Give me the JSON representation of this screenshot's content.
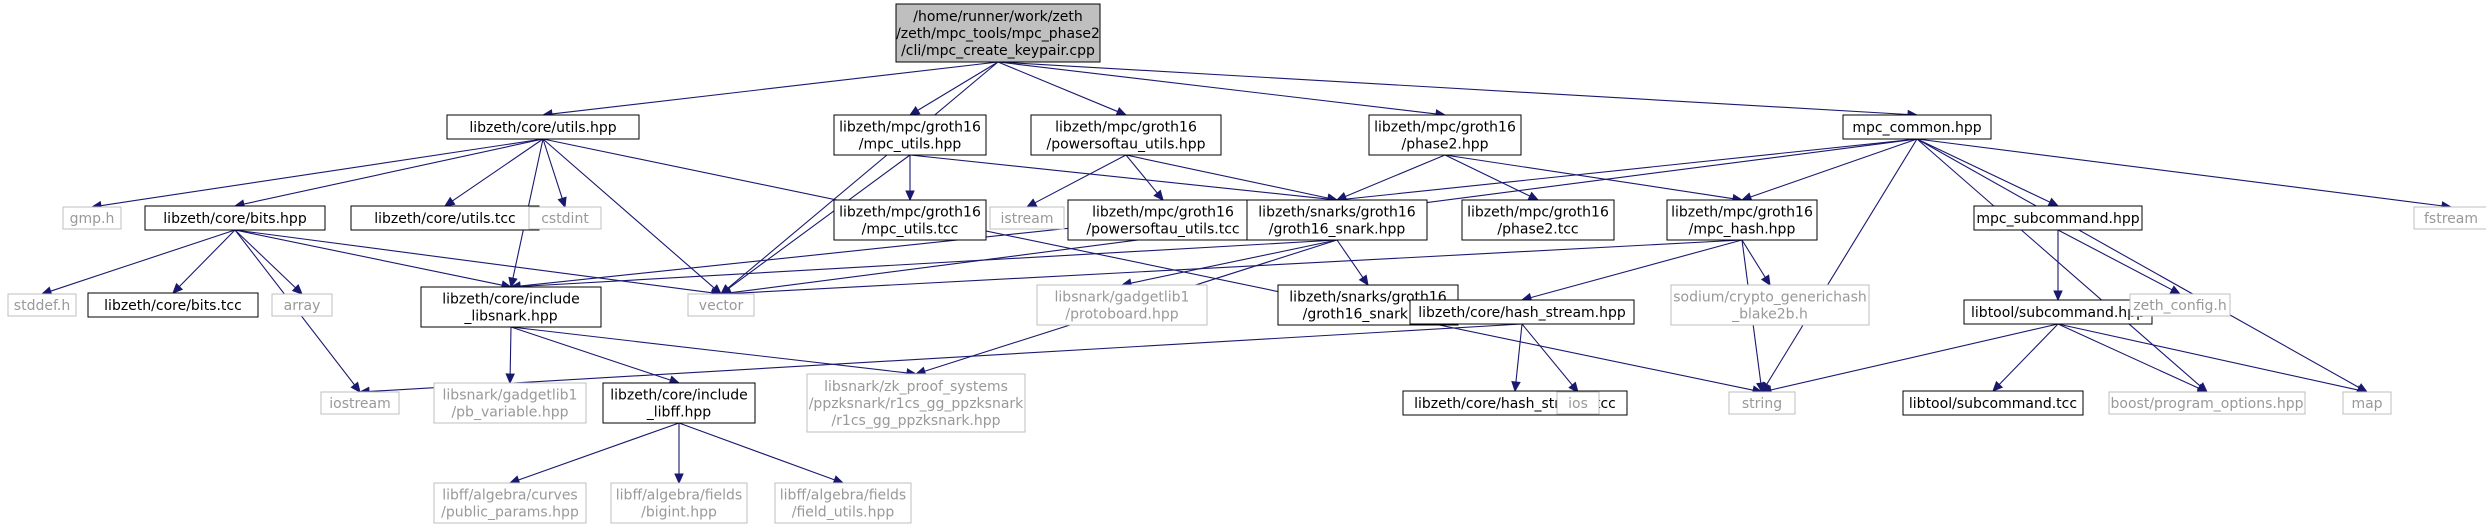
{
  "colors": {
    "edge": "#191970",
    "root_fill": "#bfbfbf",
    "box_stroke_dark": "#000000",
    "box_stroke_light": "#bfbfbf",
    "light_text": "#999999"
  },
  "nodes": [
    {
      "id": "root",
      "lines": [
        "/home/runner/work/zeth",
        "/zeth/mpc_tools/mpc_phase2",
        "/cli/mpc_create_keypair.cpp"
      ],
      "style": "root"
    },
    {
      "id": "utils_hpp",
      "lines": [
        "libzeth/core/utils.hpp"
      ],
      "style": "dark"
    },
    {
      "id": "mpc_utils_hpp",
      "lines": [
        "libzeth/mpc/groth16",
        "/mpc_utils.hpp"
      ],
      "style": "dark"
    },
    {
      "id": "powersoftau_hpp",
      "lines": [
        "libzeth/mpc/groth16",
        "/powersoftau_utils.hpp"
      ],
      "style": "dark"
    },
    {
      "id": "phase2_hpp",
      "lines": [
        "libzeth/mpc/groth16",
        "/phase2.hpp"
      ],
      "style": "dark"
    },
    {
      "id": "mpc_common_hpp",
      "lines": [
        "mpc_common.hpp"
      ],
      "style": "dark"
    },
    {
      "id": "gmp_h",
      "lines": [
        "gmp.h"
      ],
      "style": "light"
    },
    {
      "id": "bits_hpp",
      "lines": [
        "libzeth/core/bits.hpp"
      ],
      "style": "dark"
    },
    {
      "id": "utils_tcc",
      "lines": [
        "libzeth/core/utils.tcc"
      ],
      "style": "dark"
    },
    {
      "id": "cstdint",
      "lines": [
        "cstdint"
      ],
      "style": "light"
    },
    {
      "id": "mpc_utils_tcc",
      "lines": [
        "libzeth/mpc/groth16",
        "/mpc_utils.tcc"
      ],
      "style": "dark"
    },
    {
      "id": "istream",
      "lines": [
        "istream"
      ],
      "style": "light"
    },
    {
      "id": "powersoftau_tcc",
      "lines": [
        "libzeth/mpc/groth16",
        "/powersoftau_utils.tcc"
      ],
      "style": "dark"
    },
    {
      "id": "groth16_snark_hpp",
      "lines": [
        "libzeth/snarks/groth16",
        "/groth16_snark.hpp"
      ],
      "style": "dark"
    },
    {
      "id": "phase2_tcc",
      "lines": [
        "libzeth/mpc/groth16",
        "/phase2.tcc"
      ],
      "style": "dark"
    },
    {
      "id": "mpc_hash_hpp",
      "lines": [
        "libzeth/mpc/groth16",
        "/mpc_hash.hpp"
      ],
      "style": "dark"
    },
    {
      "id": "mpc_subcommand_hpp",
      "lines": [
        "mpc_subcommand.hpp"
      ],
      "style": "dark"
    },
    {
      "id": "fstream",
      "lines": [
        "fstream"
      ],
      "style": "light"
    },
    {
      "id": "stddef_h",
      "lines": [
        "stddef.h"
      ],
      "style": "light"
    },
    {
      "id": "bits_tcc",
      "lines": [
        "libzeth/core/bits.tcc"
      ],
      "style": "dark"
    },
    {
      "id": "array",
      "lines": [
        "array"
      ],
      "style": "light"
    },
    {
      "id": "include_libsnark",
      "lines": [
        "libzeth/core/include",
        "_libsnark.hpp"
      ],
      "style": "dark"
    },
    {
      "id": "vector",
      "lines": [
        "vector"
      ],
      "style": "light"
    },
    {
      "id": "protoboard_hpp",
      "lines": [
        "libsnark/gadgetlib1",
        "/protoboard.hpp"
      ],
      "style": "light"
    },
    {
      "id": "groth16_snark_tcc",
      "lines": [
        "libzeth/snarks/groth16",
        "/groth16_snark.tcc"
      ],
      "style": "dark"
    },
    {
      "id": "hash_stream_hpp",
      "lines": [
        "libzeth/core/hash_stream.hpp"
      ],
      "style": "dark"
    },
    {
      "id": "blake2b_h",
      "lines": [
        "sodium/crypto_generichash",
        "_blake2b.h"
      ],
      "style": "light"
    },
    {
      "id": "libtool_subcommand_hpp",
      "lines": [
        "libtool/subcommand.hpp"
      ],
      "style": "dark"
    },
    {
      "id": "zeth_config_h",
      "lines": [
        "zeth_config.h"
      ],
      "style": "light"
    },
    {
      "id": "iostream",
      "lines": [
        "iostream"
      ],
      "style": "light"
    },
    {
      "id": "pb_variable_hpp",
      "lines": [
        "libsnark/gadgetlib1",
        "/pb_variable.hpp"
      ],
      "style": "light"
    },
    {
      "id": "include_libff",
      "lines": [
        "libzeth/core/include",
        "_libff.hpp"
      ],
      "style": "dark"
    },
    {
      "id": "r1cs_gg_ppzksnark_hpp",
      "lines": [
        "libsnark/zk_proof_systems",
        "/ppzksnark/r1cs_gg_ppzksnark",
        "/r1cs_gg_ppzksnark.hpp"
      ],
      "style": "light"
    },
    {
      "id": "hash_stream_tcc",
      "lines": [
        "libzeth/core/hash_stream.tcc"
      ],
      "style": "dark"
    },
    {
      "id": "ios",
      "lines": [
        "ios"
      ],
      "style": "light"
    },
    {
      "id": "string",
      "lines": [
        "string"
      ],
      "style": "light"
    },
    {
      "id": "libtool_subcommand_tcc",
      "lines": [
        "libtool/subcommand.tcc"
      ],
      "style": "dark"
    },
    {
      "id": "boost_program_options",
      "lines": [
        "boost/program_options.hpp"
      ],
      "style": "light"
    },
    {
      "id": "map",
      "lines": [
        "map"
      ],
      "style": "light"
    },
    {
      "id": "public_params_hpp",
      "lines": [
        "libff/algebra/curves",
        "/public_params.hpp"
      ],
      "style": "light"
    },
    {
      "id": "bigint_hpp",
      "lines": [
        "libff/algebra/fields",
        "/bigint.hpp"
      ],
      "style": "light"
    },
    {
      "id": "field_utils_hpp",
      "lines": [
        "libff/algebra/fields",
        "/field_utils.hpp"
      ],
      "style": "light"
    }
  ],
  "edges": [
    [
      "root",
      "utils_hpp"
    ],
    [
      "root",
      "mpc_utils_hpp"
    ],
    [
      "root",
      "powersoftau_hpp"
    ],
    [
      "root",
      "phase2_hpp"
    ],
    [
      "root",
      "mpc_common_hpp"
    ],
    [
      "root",
      "vector"
    ],
    [
      "utils_hpp",
      "gmp_h"
    ],
    [
      "utils_hpp",
      "bits_hpp"
    ],
    [
      "utils_hpp",
      "utils_tcc"
    ],
    [
      "utils_hpp",
      "cstdint"
    ],
    [
      "utils_hpp",
      "vector"
    ],
    [
      "utils_hpp",
      "include_libsnark"
    ],
    [
      "utils_hpp",
      "string"
    ],
    [
      "bits_hpp",
      "stddef_h"
    ],
    [
      "bits_hpp",
      "bits_tcc"
    ],
    [
      "bits_hpp",
      "array"
    ],
    [
      "bits_hpp",
      "include_libsnark"
    ],
    [
      "bits_hpp",
      "vector"
    ],
    [
      "bits_hpp",
      "iostream"
    ],
    [
      "mpc_utils_hpp",
      "mpc_utils_tcc"
    ],
    [
      "mpc_utils_hpp",
      "vector"
    ],
    [
      "mpc_utils_hpp",
      "groth16_snark_hpp"
    ],
    [
      "powersoftau_hpp",
      "istream"
    ],
    [
      "powersoftau_hpp",
      "powersoftau_tcc"
    ],
    [
      "powersoftau_hpp",
      "groth16_snark_hpp"
    ],
    [
      "phase2_hpp",
      "groth16_snark_hpp"
    ],
    [
      "phase2_hpp",
      "phase2_tcc"
    ],
    [
      "phase2_hpp",
      "mpc_hash_hpp"
    ],
    [
      "groth16_snark_hpp",
      "include_libsnark"
    ],
    [
      "groth16_snark_hpp",
      "protoboard_hpp"
    ],
    [
      "groth16_snark_hpp",
      "groth16_snark_tcc"
    ],
    [
      "groth16_snark_hpp",
      "r1cs_gg_ppzksnark_hpp"
    ],
    [
      "include_libsnark",
      "pb_variable_hpp"
    ],
    [
      "include_libsnark",
      "include_libff"
    ],
    [
      "include_libsnark",
      "r1cs_gg_ppzksnark_hpp"
    ],
    [
      "include_libff",
      "public_params_hpp"
    ],
    [
      "include_libff",
      "bigint_hpp"
    ],
    [
      "include_libff",
      "field_utils_hpp"
    ],
    [
      "mpc_common_hpp",
      "mpc_hash_hpp"
    ],
    [
      "mpc_common_hpp",
      "mpc_subcommand_hpp"
    ],
    [
      "mpc_common_hpp",
      "fstream"
    ],
    [
      "mpc_common_hpp",
      "vector"
    ],
    [
      "mpc_common_hpp",
      "string"
    ],
    [
      "mpc_common_hpp",
      "include_libsnark"
    ],
    [
      "mpc_common_hpp",
      "boost_program_options"
    ],
    [
      "mpc_common_hpp",
      "map"
    ],
    [
      "mpc_hash_hpp",
      "vector"
    ],
    [
      "mpc_hash_hpp",
      "hash_stream_hpp"
    ],
    [
      "mpc_hash_hpp",
      "blake2b_h"
    ],
    [
      "mpc_hash_hpp",
      "string"
    ],
    [
      "hash_stream_hpp",
      "iostream"
    ],
    [
      "hash_stream_hpp",
      "hash_stream_tcc"
    ],
    [
      "hash_stream_hpp",
      "ios"
    ],
    [
      "mpc_subcommand_hpp",
      "libtool_subcommand_hpp"
    ],
    [
      "mpc_subcommand_hpp",
      "zeth_config_h"
    ],
    [
      "libtool_subcommand_hpp",
      "string"
    ],
    [
      "libtool_subcommand_hpp",
      "libtool_subcommand_tcc"
    ],
    [
      "libtool_subcommand_hpp",
      "boost_program_options"
    ],
    [
      "libtool_subcommand_hpp",
      "map"
    ]
  ]
}
